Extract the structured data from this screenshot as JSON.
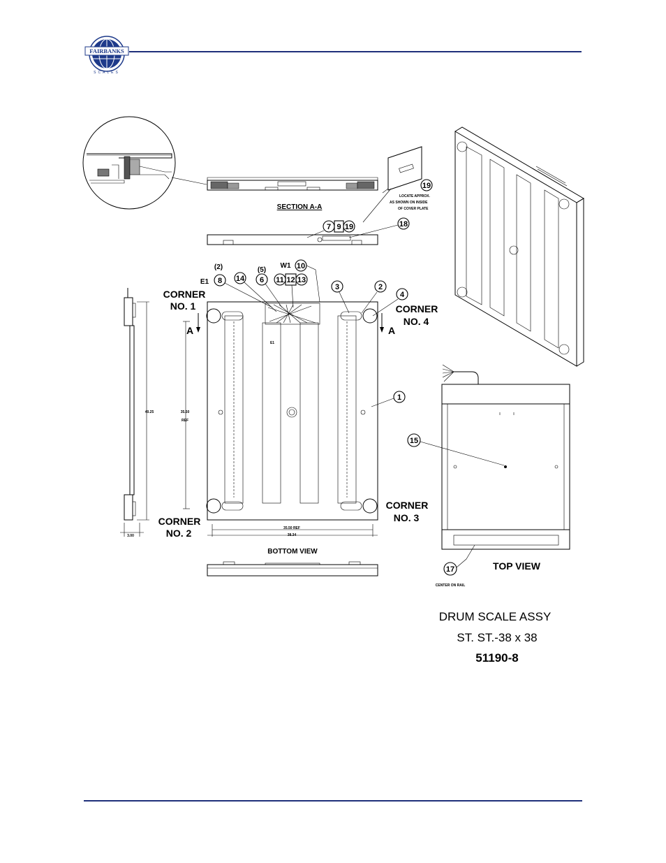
{
  "logo": {
    "brand": "FAIRBANKS",
    "sub": "SCALES"
  },
  "colors": {
    "rule": "#1e2f7a",
    "logo_blue": "#1e3a8a"
  },
  "section": {
    "title": "SECTION A-A"
  },
  "note19": {
    "line1": "LOCATE APPROX.",
    "line2": "AS SHOWN ON INSIDE",
    "line3": "OF COVER PLATE"
  },
  "bubbles": {
    "b1": "1",
    "b2": "2",
    "b3": "3",
    "b4": "4",
    "b6": "6",
    "b8": "8",
    "b7": "7",
    "b9": "9",
    "b10": "10",
    "b11": "11",
    "b12": "12",
    "b13": "13",
    "b14": "14",
    "b15": "15",
    "b17": "17",
    "b18": "18",
    "b19a": "19",
    "b19b": "19"
  },
  "refs": {
    "w1": "W1",
    "e1": "E1",
    "e1b": "E1",
    "qty2": "(2)",
    "qty5": "(5)"
  },
  "corners": {
    "c1a": "CORNER",
    "c1b": "NO. 1",
    "c2a": "CORNER",
    "c2b": "NO. 2",
    "c3a": "CORNER",
    "c3b": "NO. 3",
    "c4a": "CORNER",
    "c4b": "NO. 4"
  },
  "section_marks": {
    "left": "A",
    "right": "A"
  },
  "dims": {
    "d_height": "40.25",
    "d_ref": "35.50",
    "d_ref_lbl": "REF",
    "d_w_ref": "35.50 REF",
    "d_w": "38.34",
    "d_side": "3.00"
  },
  "views": {
    "bottom": "BOTTOM VIEW",
    "top": "TOP VIEW",
    "center_rail": "CENTER ON RAIL"
  },
  "title_block": {
    "line1": "DRUM SCALE ASSY",
    "line2": "ST. ST.-38 x 38",
    "line3": "51190-8"
  }
}
